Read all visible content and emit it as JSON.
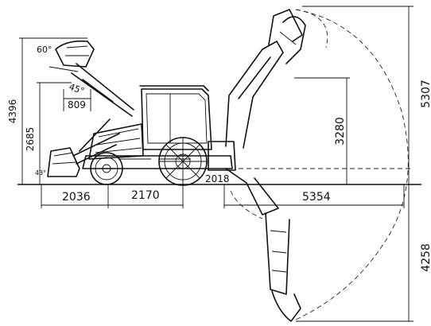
{
  "dimensions": {
    "top_height": "4396",
    "loader_height": "2685",
    "loader_angle": "60°",
    "loader_tilt": "45°",
    "loader_reach": "809",
    "bucket_angle": "43°",
    "front_overhang": "2036",
    "wheelbase": "2170",
    "rear_offset": "2018",
    "dig_reach": "5354",
    "dump_height": "3280",
    "max_height": "5307",
    "dig_depth": "4258"
  },
  "colors": {
    "line": "#111111",
    "background": "#ffffff"
  }
}
